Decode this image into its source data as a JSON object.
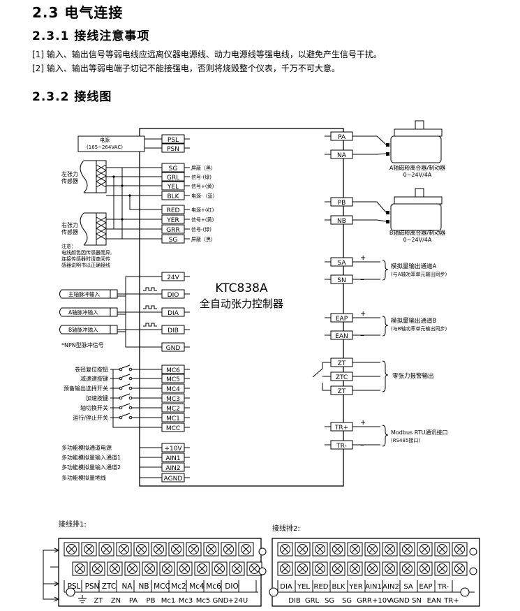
{
  "headings": {
    "section": "2.3 电气连接",
    "notes_title": "2.3.1 接线注意事项",
    "diagram_title": "2.3.2 接线图"
  },
  "notes": [
    "[1] 输入、输出信号等弱电线应远离仪器电源线、动力电源线等强电线，以避免产生信号干扰。",
    "[2] 输入、输出等弱电端子切记不能接强电，否则将烧毁整个仪表，千万不可大意。"
  ],
  "controller": {
    "model": "KTC838A",
    "name": "全自动张力控制器"
  },
  "left_terminals": [
    {
      "id": "psl",
      "label": "PSL"
    },
    {
      "id": "psn",
      "label": "PSN"
    },
    {
      "id": "sg1",
      "label": "SG"
    },
    {
      "id": "grl",
      "label": "GRL"
    },
    {
      "id": "yel",
      "label": "YEL"
    },
    {
      "id": "blk",
      "label": "BLK"
    },
    {
      "id": "red",
      "label": "RED"
    },
    {
      "id": "yer",
      "label": "YER"
    },
    {
      "id": "grr",
      "label": "GRR"
    },
    {
      "id": "sg2",
      "label": "SG"
    },
    {
      "id": "v24",
      "label": "24V"
    },
    {
      "id": "dio",
      "label": "DIO"
    },
    {
      "id": "dia",
      "label": "DIA"
    },
    {
      "id": "dib",
      "label": "DIB"
    },
    {
      "id": "gnd",
      "label": "GND"
    },
    {
      "id": "mc6",
      "label": "MC6"
    },
    {
      "id": "mc5",
      "label": "MC5"
    },
    {
      "id": "mc4",
      "label": "MC4"
    },
    {
      "id": "mc3",
      "label": "MC3"
    },
    {
      "id": "mc2",
      "label": "MC2"
    },
    {
      "id": "mc1",
      "label": "MC1"
    },
    {
      "id": "mcc",
      "label": "MCC"
    },
    {
      "id": "v10",
      "label": "+10V"
    },
    {
      "id": "ain1",
      "label": "AIN1"
    },
    {
      "id": "ain2",
      "label": "AIN2"
    },
    {
      "id": "agnd",
      "label": "AGND"
    }
  ],
  "right_terminals": [
    {
      "id": "pa",
      "label": "PA"
    },
    {
      "id": "na",
      "label": "NA"
    },
    {
      "id": "pb",
      "label": "PB"
    },
    {
      "id": "nb",
      "label": "NB"
    },
    {
      "id": "sa",
      "label": "SA"
    },
    {
      "id": "sn",
      "label": "SN"
    },
    {
      "id": "eap",
      "label": "EAP"
    },
    {
      "id": "ean",
      "label": "EAN"
    },
    {
      "id": "zt1",
      "label": "ZT"
    },
    {
      "id": "ztc",
      "label": "ZTC"
    },
    {
      "id": "zt2",
      "label": "ZT"
    },
    {
      "id": "trp",
      "label": "TR+"
    },
    {
      "id": "trm",
      "label": "TR-"
    }
  ],
  "wire_labels": {
    "sg1": "屏蔽（黑）",
    "grl": "信号-(绿)",
    "yel": "信号+(黄)",
    "blk": "电源-（蓝）",
    "red": "电源+(红)",
    "yer": "信号+(黄)",
    "grr": "信号-(绿)",
    "sg2": "屏蔽（黑）"
  },
  "power": {
    "title": "电源",
    "spec": "(165~264VAC)"
  },
  "sensors": {
    "left": [
      "左张力",
      "传感器"
    ],
    "right": [
      "右张力",
      "传感器"
    ]
  },
  "attention": [
    "注意：",
    "电线颜色因传感器而异,",
    "连接传感器时请查阅传",
    "感器说明书以正确接线"
  ],
  "pulse_inputs": [
    "主轴脉冲输入",
    "A轴脉冲输入",
    "B轴脉冲输入"
  ],
  "pulse_note": "*NPN型脉冲信号",
  "switch_inputs": [
    "卷径复位按钮",
    "减速速按键",
    "预备输出选择开关",
    "加速按键",
    "轴切换开关",
    "运行/停止开关"
  ],
  "analog_inputs": [
    "多功能模拟通道电源",
    "多功能模拟量输入通道1",
    "多功能模拟量输入通道2",
    "多功能模拟量地线"
  ],
  "clutch_a": {
    "title": "A轴磁粉离合器/制动器",
    "spec": "0~24V/4A"
  },
  "clutch_b": {
    "title": "B轴磁粉离合器/制动器",
    "spec": "0~24V/4A"
  },
  "analog_outputs": {
    "a": {
      "title": "模拟量输出通道A",
      "sub": "(与A轴功率单元输出同步)"
    },
    "b": {
      "title": "模拟量输出通道B",
      "sub": "(与B轴功率单元输出同步)"
    }
  },
  "alarm_label": "零张力报警输出",
  "modbus": {
    "title": "Modbus RTU通讯接口",
    "sub": "(RS485接口)"
  },
  "block_titles": {
    "b1": "接线排1:",
    "b2": "接线排2:"
  },
  "block1": {
    "top": [
      "PSL",
      "ZTC",
      "NB",
      "Mc2",
      "Mc6"
    ],
    "top2": [
      "PSN",
      "NA",
      "MCC",
      "Mc4",
      "DIO"
    ],
    "bottom": [
      "ZT",
      "ZN",
      "PA",
      "PB",
      "Mc1",
      "Mc3",
      "Mc5",
      "GND",
      "+24U"
    ]
  },
  "block2": {
    "top": [
      "DIA",
      "YEL",
      "RED",
      "BLK",
      "YER",
      "AIN1",
      "AIN2",
      "SA",
      "EAP",
      "TR-"
    ],
    "bottom": [
      "DIB",
      "GRL",
      "SG",
      "SG",
      "GRR",
      "+10V",
      "AGND",
      "SN",
      "EAN",
      "TR+"
    ]
  }
}
